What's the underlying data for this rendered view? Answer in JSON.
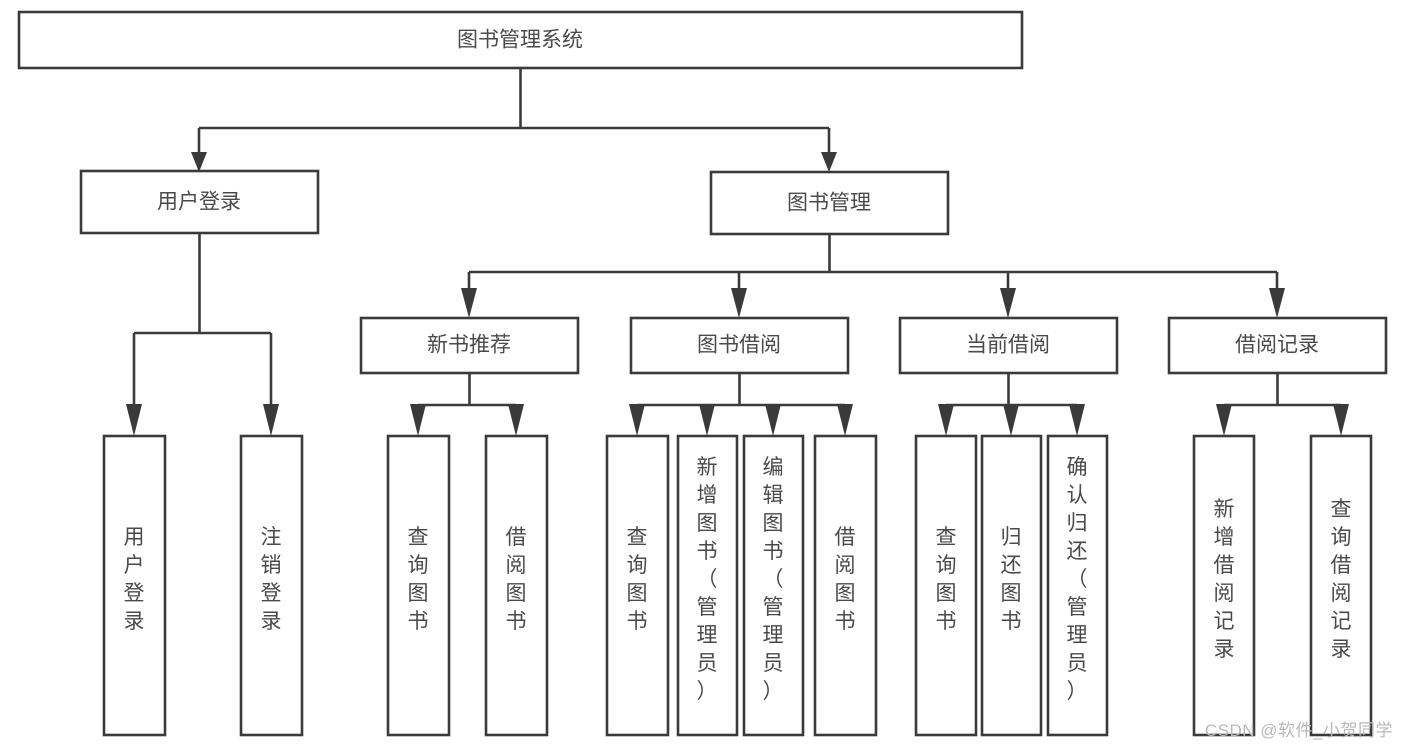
{
  "diagram": {
    "type": "tree-hierarchy",
    "title": "图书管理系统",
    "watermark": "CSDN @软件_小贺同学",
    "colors": {
      "stroke": "#3a3a3a",
      "text": "#4a4a4a",
      "fill": "#ffffff",
      "background": "#ffffff",
      "watermark": "#b9b9b9"
    },
    "root": {
      "label": "图书管理系统",
      "orientation": "horizontal"
    },
    "level2": [
      {
        "label": "用户登录",
        "orientation": "horizontal"
      },
      {
        "label": "图书管理",
        "orientation": "horizontal"
      }
    ],
    "level3": [
      {
        "label": "新书推荐",
        "orientation": "horizontal"
      },
      {
        "label": "图书借阅",
        "orientation": "horizontal"
      },
      {
        "label": "当前借阅",
        "orientation": "horizontal"
      },
      {
        "label": "借阅记录",
        "orientation": "horizontal"
      }
    ],
    "leaves": {
      "user_login": [
        {
          "label": "用户登录",
          "orientation": "vertical"
        },
        {
          "label": "注销登录",
          "orientation": "vertical"
        }
      ],
      "new_book_recommend": [
        {
          "label": "查询图书",
          "orientation": "vertical"
        },
        {
          "label": "借阅图书",
          "orientation": "vertical"
        }
      ],
      "book_borrow": [
        {
          "label": "查询图书",
          "orientation": "vertical"
        },
        {
          "label": "新增图书（管理员）",
          "orientation": "vertical"
        },
        {
          "label": "编辑图书（管理员）",
          "orientation": "vertical"
        },
        {
          "label": "借阅图书",
          "orientation": "vertical"
        }
      ],
      "current_borrow": [
        {
          "label": "查询图书",
          "orientation": "vertical"
        },
        {
          "label": "归还图书",
          "orientation": "vertical"
        },
        {
          "label": "确认归还（管理员）",
          "orientation": "vertical"
        }
      ],
      "borrow_record": [
        {
          "label": "新增借阅记录",
          "orientation": "vertical"
        },
        {
          "label": "查询借阅记录",
          "orientation": "vertical"
        }
      ]
    }
  }
}
